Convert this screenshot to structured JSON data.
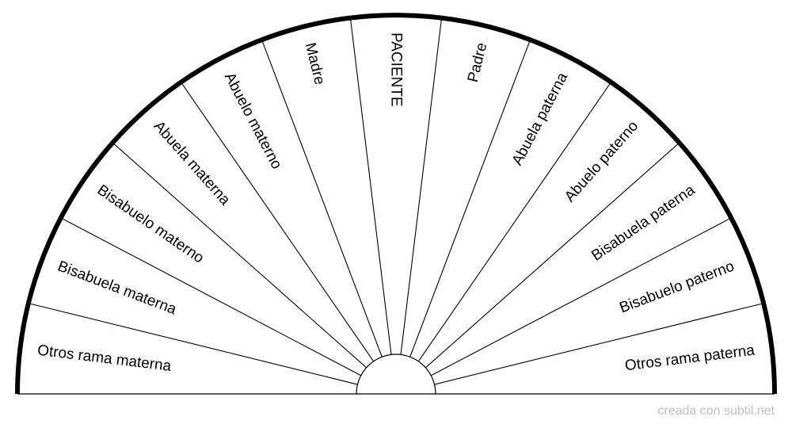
{
  "diagram": {
    "segments": [
      "Otros rama materna",
      "Bisabuela materna",
      "Bisabuelo materno",
      "Abuela materna",
      "Abuelo materno",
      "Madre",
      "PACIENTE",
      "Padre",
      "Abuela paterna",
      "Abuelo paterno",
      "Bisabuela paterna",
      "Bisabuelo paterno",
      "Otros rama paterna"
    ]
  },
  "colors": {
    "stroke": "#000000",
    "background": "#ffffff",
    "credit": "#bfbfbf"
  },
  "footer": {
    "credit": "creada con subtil.net"
  }
}
